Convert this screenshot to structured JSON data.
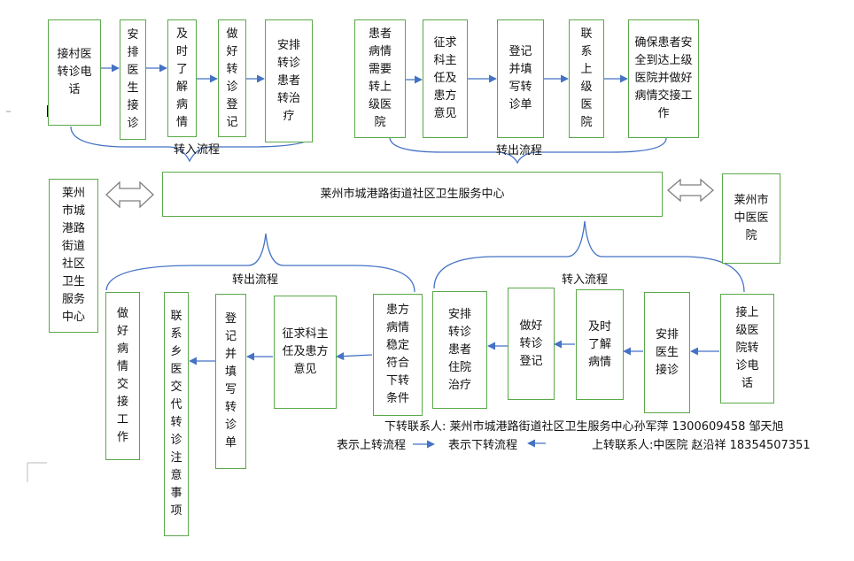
{
  "top_flow": {
    "in_label": "转入流程",
    "in_steps": [
      "接村医转诊电话",
      "安排医生接诊",
      "及时了解病情",
      "做好转诊登记",
      "安排转诊患者转治疗"
    ],
    "out_label": "转出流程",
    "out_steps": [
      "患者病情需要转上级医院",
      "征求科主任及患方意见",
      "登记并填写转诊单",
      "联系上级医院",
      "确保患者安全到达上级医院并做好病情交接工作"
    ]
  },
  "center": {
    "main": "莱州市城港路街道社区卫生服务中心",
    "left": "莱州市城港路街道社区卫生服务中心",
    "right": "莱州市中医医院"
  },
  "bottom_flow": {
    "out_label": "转出流程",
    "out_steps": [
      "做好病情交接工作",
      "联系乡医交代转诊注意事项",
      "登记并填写转诊单",
      "征求科主任及患方意见",
      "患方病情稳定符合下转条件"
    ],
    "in_label": "转入流程",
    "in_steps": [
      "安排转诊患者住院治疗",
      "做好转诊登记",
      "及时了解病情",
      "安排医生接诊",
      "接上级医院转诊电话"
    ]
  },
  "contacts": {
    "down": "下转联系人:  莱州市城港路街道社区卫生服务中心孙军萍   1300609458 邹天旭",
    "up_legend": "表示上转流程",
    "down_legend": "表示下转流程",
    "up": "上转联系人:中医院  赵沿祥  18354507351"
  },
  "colors": {
    "box_border": "#5aa84a",
    "arrow": "#4472c4",
    "bracket": "#4472c4",
    "double_arrow": "#7f7f7f"
  }
}
